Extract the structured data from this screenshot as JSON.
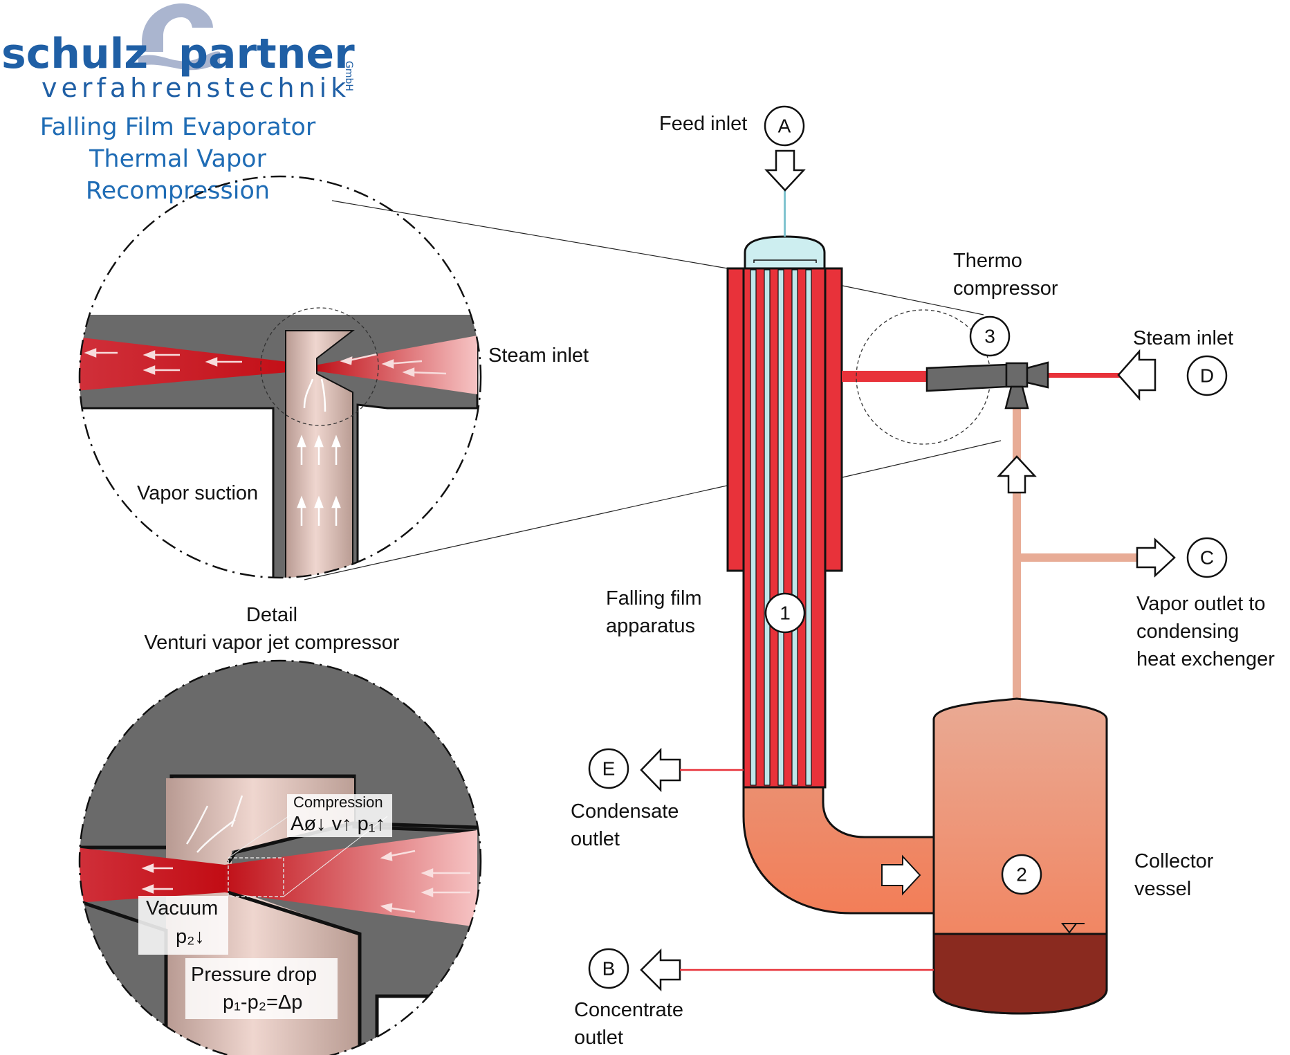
{
  "logo": {
    "left_word": "schulz",
    "right_word": "partner",
    "subline": "verfahrenstechnik",
    "suffix": "GmbH",
    "colors": {
      "brand": "#1f5fa5",
      "mark": "#aab5cf"
    }
  },
  "title": {
    "line1": "Falling Film Evaporator",
    "line2": "Thermal Vapor",
    "line3": "Recompression"
  },
  "markers": {
    "A": "A",
    "B": "B",
    "C": "C",
    "D": "D",
    "E": "E",
    "n1": "1",
    "n2": "2",
    "n3": "3"
  },
  "labels": {
    "feed_inlet": "Feed inlet",
    "thermo_line1": "Thermo",
    "thermo_line2": "compressor",
    "steam_inlet_main": "Steam inlet",
    "vapor_outlet_line1": "Vapor outlet to",
    "vapor_outlet_line2": "condensing",
    "vapor_outlet_line3": "heat exchenger",
    "falling_film_line1": "Falling film",
    "falling_film_line2": "apparatus",
    "condensate_line1": "Condensate",
    "condensate_line2": "outlet",
    "concentrate_line1": "Concentrate",
    "concentrate_line2": "outlet",
    "collector_line1": "Collector",
    "collector_line2": "vessel"
  },
  "detail_top": {
    "steam_inlet": "Steam inlet",
    "vapor_suction": "Vapor suction",
    "caption_line1": "Detail",
    "caption_line2": "Venturi vapor jet compressor"
  },
  "detail_bottom": {
    "compression": "Compression",
    "formula": "Aø↓ v↑  p₁↑",
    "vacuum": "Vacuum",
    "vacuum_p": "p₂↓",
    "pressure_drop": "Pressure drop",
    "pressure_formula": "p₁-p₂=Δp"
  },
  "colors": {
    "steam": "#e8323a",
    "vapor": "#e9ab93",
    "feed": "#7fc3cf",
    "dome": "#cdeef0",
    "concentrate": "#8a2a1f",
    "vessel_top": "#e8a690",
    "vessel_bottom": "#f47e58",
    "metal": "#686868",
    "brand_title": "#1f6cb5"
  }
}
